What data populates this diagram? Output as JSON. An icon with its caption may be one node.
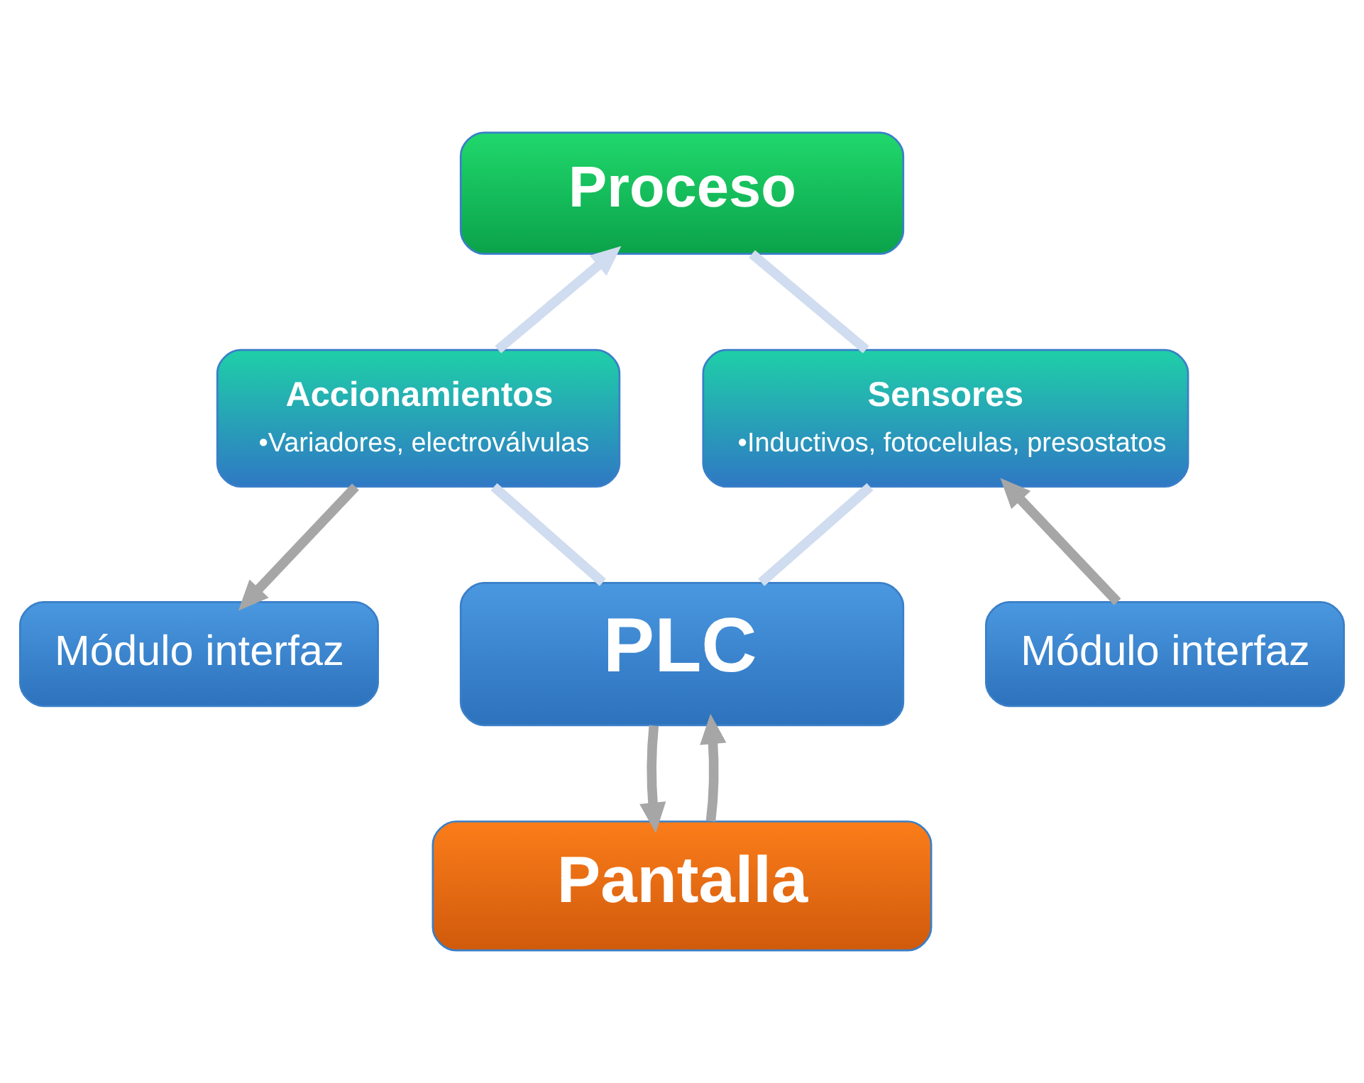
{
  "diagram": {
    "nodes": [
      {
        "text": [
          "Proceso"
        ]
      },
      {
        "text": [
          "Accionamientos",
          "•Variadores, electroválvulas"
        ]
      },
      {
        "text": [
          "Sensores",
          "•Inductivos, fotocelulas, presostatos"
        ]
      },
      {
        "text": [
          "Módulo interfaz"
        ]
      },
      {
        "text": [
          "PLC"
        ]
      },
      {
        "text": [
          "Módulo interfaz"
        ]
      },
      {
        "text": [
          "Pantalla"
        ]
      }
    ],
    "edges": [
      {
        "from": 1,
        "to": 0,
        "arrow": "to",
        "color": "#d0dcef"
      },
      {
        "from": 0,
        "to": 2,
        "arrow": "none",
        "color": "#d0dcef"
      },
      {
        "from": 2,
        "to": 4,
        "arrow": "none",
        "color": "#d0dcef"
      },
      {
        "from": 4,
        "to": 1,
        "arrow": "none",
        "color": "#d0dcef"
      },
      {
        "from": 1,
        "to": 3,
        "arrow": "to"
      },
      {
        "from": 5,
        "to": 2,
        "arrow": "to"
      },
      {
        "from": 6,
        "to": 4,
        "arrow": "to"
      },
      {
        "from": 4,
        "to": 6,
        "arrow": "to"
      }
    ]
  }
}
